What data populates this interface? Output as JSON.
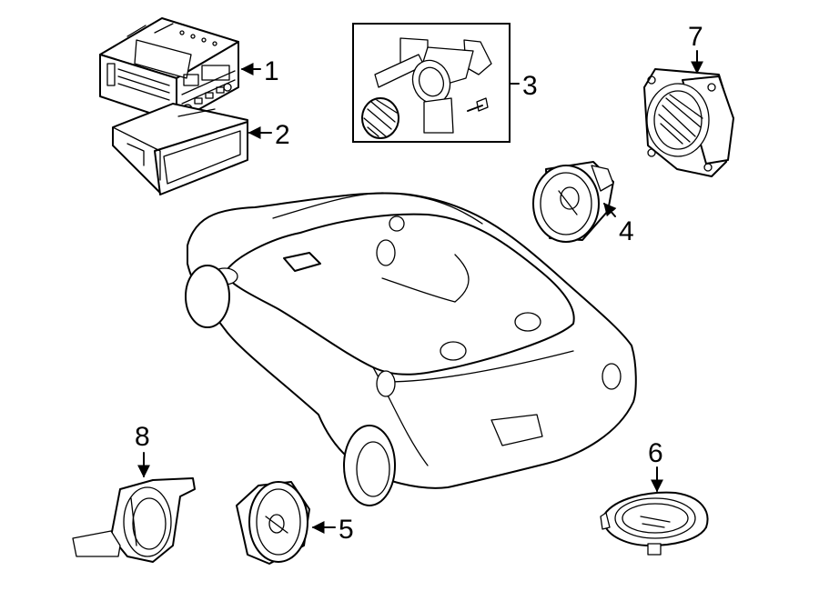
{
  "diagram": {
    "callouts": [
      {
        "id": "1",
        "part": "radio-receiver"
      },
      {
        "id": "2",
        "part": "radio-mounting-bracket"
      },
      {
        "id": "3",
        "part": "antenna-assembly"
      },
      {
        "id": "4",
        "part": "front-door-speaker"
      },
      {
        "id": "5",
        "part": "rear-speaker"
      },
      {
        "id": "6",
        "part": "dash-speaker"
      },
      {
        "id": "7",
        "part": "rear-shelf-speaker"
      },
      {
        "id": "8",
        "part": "speaker-bracket"
      }
    ]
  }
}
